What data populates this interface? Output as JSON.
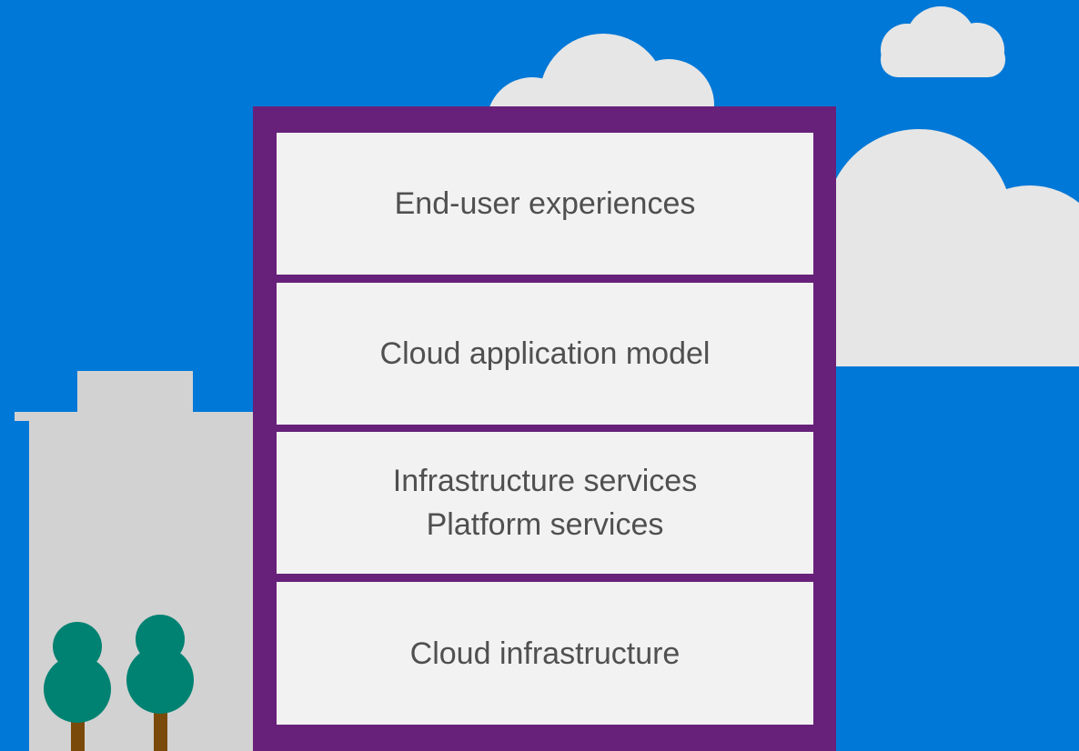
{
  "layers": [
    {
      "lines": [
        "End-user experiences"
      ]
    },
    {
      "lines": [
        "Cloud application model"
      ]
    },
    {
      "lines": [
        "Infrastructure services",
        "Platform services"
      ]
    },
    {
      "lines": [
        "Cloud infrastructure"
      ]
    }
  ],
  "colors": {
    "sky": "#0078d7",
    "cloud": "#e6e6e6",
    "tower_frame": "#68217a",
    "layer_fill": "#f2f2f2",
    "layer_text": "#505050",
    "building": "#d2d2d2",
    "tree_foliage": "#008272",
    "tree_trunk": "#7a4a0a"
  }
}
